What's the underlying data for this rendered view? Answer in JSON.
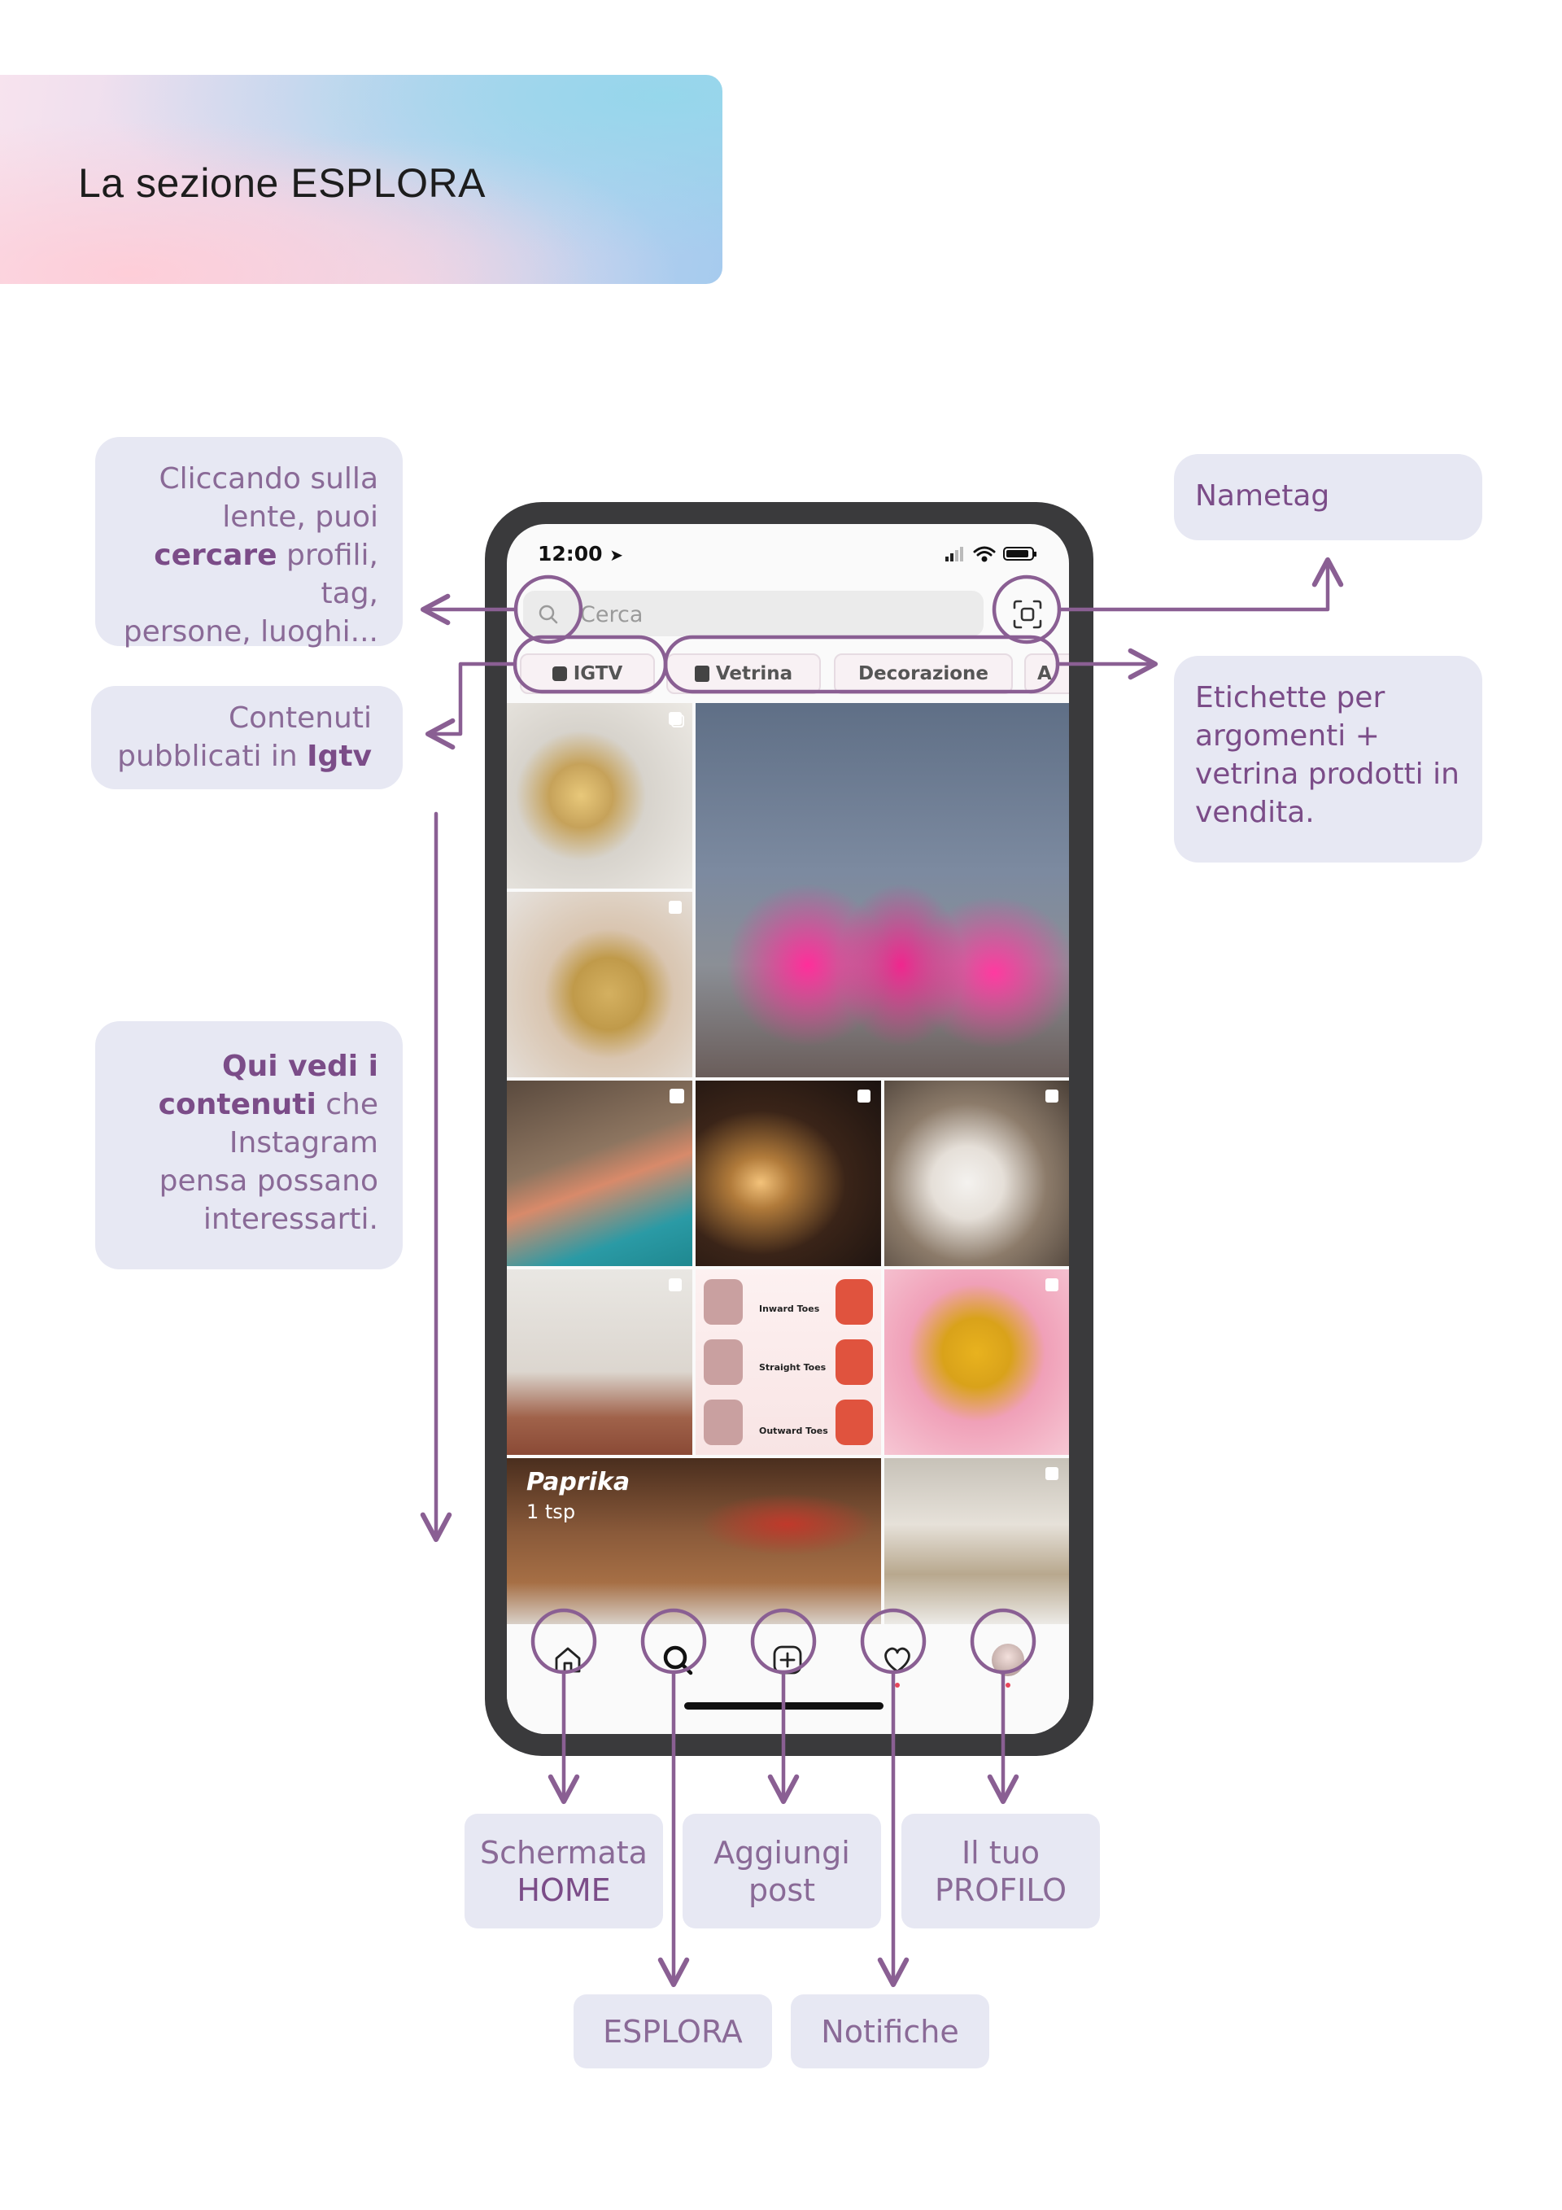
{
  "banner": {
    "title": "La sezione ESPLORA"
  },
  "callouts": {
    "search": {
      "l1": "Cliccando sulla",
      "l2": "lente, puoi",
      "l3_bold": "cercare",
      "l3_rest": " profili, tag,",
      "l4": "persone, luoghi..."
    },
    "igtv": {
      "l1": "Contenuti",
      "l2_pre": "pubblicati in ",
      "l2_bold": "Igtv"
    },
    "explore": {
      "l1_bold": "Qui vedi i",
      "l2_bold": "contenuti",
      "l2_rest": " che",
      "l3": "Instagram",
      "l4": "pensa possano",
      "l5": "interessarti."
    },
    "nametag": {
      "text": "Nametag"
    },
    "tags": {
      "l1": "Etichette per",
      "l2": "argomenti +",
      "l3": "vetrina prodotti in",
      "l4": "vendita."
    }
  },
  "phone": {
    "time": "12:00",
    "search_placeholder": "Cerca",
    "chips": [
      "IGTV",
      "Vetrina",
      "Decorazione",
      "A"
    ],
    "tiles": {
      "paprika_title": "Paprika",
      "paprika_sub": "1 tsp",
      "toes": [
        "Inward Toes",
        "Straight Toes",
        "Outward Toes"
      ]
    }
  },
  "labels": {
    "home_l1": "Schermata",
    "home_l2": "HOME",
    "add_l1": "Aggiungi",
    "add_l2": "post",
    "profile_l1": "Il tuo",
    "profile_l2": "PROFILO",
    "explore": "ESPLORA",
    "notifications": "Notifiche"
  },
  "colors": {
    "accent": "#8a5f93",
    "callout_bg": "#e7e8f3",
    "phone_frame": "#3a3a3c"
  }
}
